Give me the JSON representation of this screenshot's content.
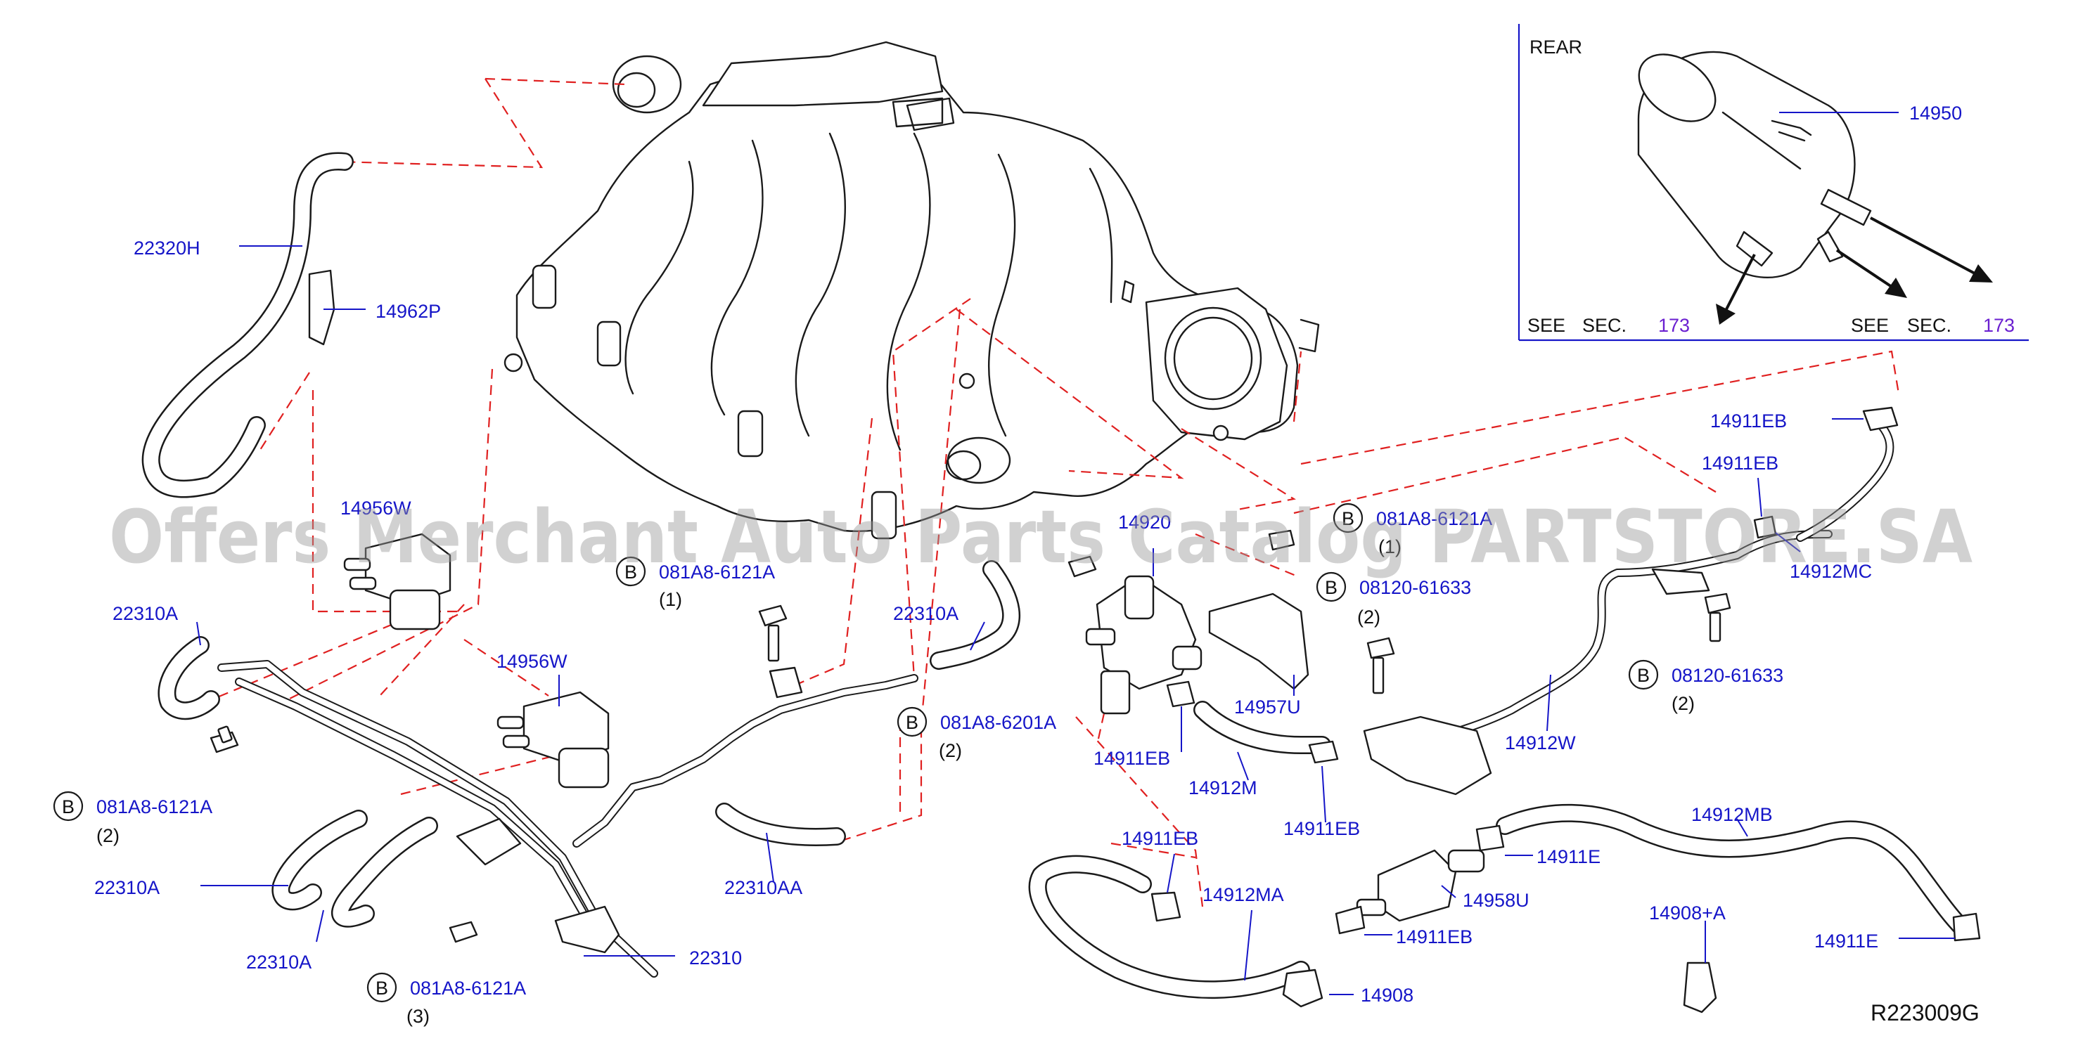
{
  "diagram_id": "R223009G",
  "watermark": "Offers Merchant Auto Parts Catalog PARTSTORE.SA",
  "inset": {
    "label": "REAR",
    "part": "14950",
    "see_left": "SEE",
    "sec_left": "SEC.",
    "sec_left_num": "173",
    "see_right": "SEE",
    "sec_right": "SEC.",
    "sec_right_num": "173"
  },
  "parts": {
    "p22320H": "22320H",
    "p14962P": "14962P",
    "p14956W_top": "14956W",
    "p22310A_1": "22310A",
    "p14956W": "14956W",
    "p22310A_2": "22310A",
    "p22310A_3": "22310A",
    "p22310A_4": "22310A",
    "p22310AA": "22310AA",
    "p22310": "22310",
    "p14920": "14920",
    "p14957U": "14957U",
    "p14911EB_1": "14911EB",
    "p14912M": "14912M",
    "p14911EB_2": "14911EB",
    "p14911EB_3": "14911EB",
    "p14912MA": "14912MA",
    "p14908": "14908",
    "p14958U": "14958U",
    "p14911EB_4": "14911EB",
    "p14911E_1": "14911E",
    "p14912MB": "14912MB",
    "p14908A": "14908+A",
    "p14911E_2": "14911E",
    "p14911EB_5": "14911EB",
    "p14911EB_6": "14911EB",
    "p14912MC": "14912MC",
    "p14912W": "14912W"
  },
  "bolts": {
    "b1": {
      "badge": "B",
      "part": "081A8-6121A",
      "qty": "(1)"
    },
    "b2": {
      "badge": "B",
      "part": "081A8-6121A",
      "qty": "(2)"
    },
    "b3": {
      "badge": "B",
      "part": "081A8-6121A",
      "qty": "(3)"
    },
    "b4": {
      "badge": "B",
      "part": "081A8-6201A",
      "qty": "(2)"
    },
    "b5": {
      "badge": "B",
      "part": "081A8-6121A",
      "qty": "(1)"
    },
    "b6": {
      "badge": "B",
      "part": "08120-61633",
      "qty": "(2)"
    },
    "b7": {
      "badge": "B",
      "part": "08120-61633",
      "qty": "(2)"
    }
  },
  "colors": {
    "part_label": "#1515c8",
    "dashed_line": "#e02020",
    "sec_number": "#6a1fd0",
    "outline": "#1a1a1a"
  }
}
